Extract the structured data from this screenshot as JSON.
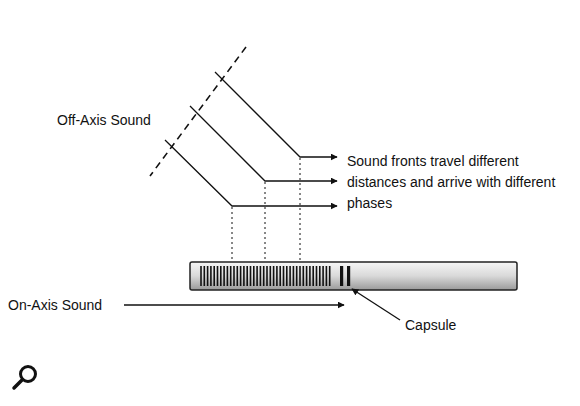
{
  "diagram": {
    "labels": [
      "Off-Axis Sound",
      "Sound fronts travel different distances and arrive with different phases",
      "On-Axis Sound",
      "Capsule"
    ]
  }
}
